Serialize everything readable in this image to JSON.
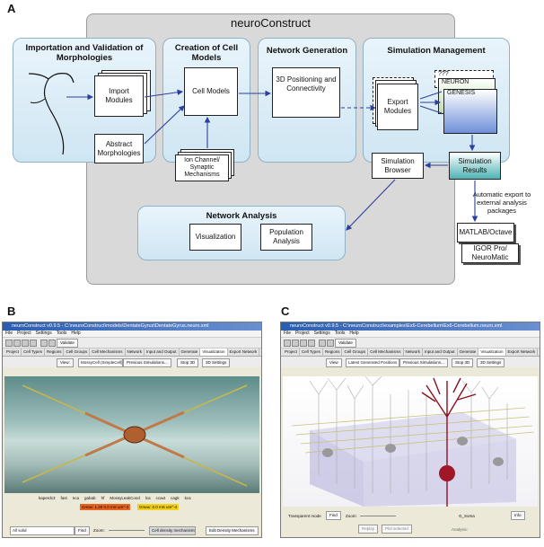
{
  "panels": {
    "a": "A",
    "b": "B",
    "c": "C"
  },
  "diagram": {
    "title": "neuroConstruct",
    "importation": {
      "title": "Importation and Validation of Morphologies",
      "import_modules": "Import Modules",
      "abstract_morphologies": "Abstract Morphologies"
    },
    "creation": {
      "title": "Creation of Cell Models",
      "cell_models": "Cell Models",
      "ion_channel": "Ion Channel/ Synaptic Mechanisms"
    },
    "network_generation": {
      "title": "Network Generation",
      "positioning": "3D Positioning and Connectivity"
    },
    "simulation": {
      "title": "Simulation Management",
      "export_modules": "Export Modules",
      "unknown": "???",
      "neuron": "NEURON",
      "genesis": "GENESIS",
      "results": "Simulation Results",
      "browser": "Simulation Browser"
    },
    "network_analysis": {
      "title": "Network Analysis",
      "visualization": "Visualization",
      "population": "Population Analysis"
    },
    "auto_export": "Automatic export to external analysis packages",
    "matlab": "MATLAB/Octave",
    "igor": "IGOR Pro/ NeuroMatic"
  },
  "screenshot_b": {
    "title": "neuroConstruct v0.9.5 - C:\\neuroConstruct\\models\\DentateGyrus\\DentateGyrus.neuro.xml",
    "menu": [
      "File",
      "Project",
      "Settings",
      "Tools",
      "Help"
    ],
    "validate": "Validate",
    "tabs": [
      "Project",
      "Cell Types",
      "Regions",
      "Cell Groups",
      "Cell Mechanisms",
      "Network",
      "Input and Output",
      "Generate",
      "Visualization",
      "Export Network"
    ],
    "view_label": "View:",
    "view_value": "MossyCell (SimpleCell)",
    "prev_sims": "Previous Simulations...",
    "stop3d": "Stop 3D",
    "settings3d": "3D Settings",
    "mechs": [
      "kaperdc3",
      "fast",
      "nca",
      "gabab",
      "hf",
      "MossyLeakCond",
      "lca",
      "ccaxt",
      "cagk",
      "kca"
    ],
    "gmax1": "Gmax: 1.20 0.0 mS um^-2",
    "gmax2": "Gmax: 0.0 mS um^-2",
    "bottom_select": "All solid",
    "find": "Find",
    "zoom": "Zoom:",
    "density": "Cell density mechanisms",
    "edit_density": "Edit Density Mechanisms"
  },
  "screenshot_c": {
    "title": "neuroConstruct v0.9.5 - C:\\neuroConstruct\\examples\\Ex6-Cerebellum\\Ex6-Cerebellum.neuro.xml",
    "menu": [
      "File",
      "Project",
      "Settings",
      "Tools",
      "Help"
    ],
    "validate": "Validate",
    "tabs": [
      "Project",
      "Cell Types",
      "Regions",
      "Cell Groups",
      "Cell Mechanisms",
      "Network",
      "Input and Output",
      "Generate",
      "Visualization",
      "Export Network"
    ],
    "view_label": "View",
    "view_value": "Latest Generated Positions",
    "prev_sims": "Previous Simulations...",
    "stop3d": "Stop 3D",
    "settings3d": "3D Settings",
    "transparent": "Transparent mode",
    "find": "Find",
    "zoom": "Zoom:",
    "info": "Info",
    "cell_sel": "G_Soma",
    "replay": "Replay",
    "plot_selected": "Plot selected",
    "analysis": "Analysis:"
  },
  "colors": {
    "blue_panel": "#d6eaf6",
    "outer": "#d9d9d9",
    "arrow": "#2b3f9e",
    "cell_red": "#a01828"
  }
}
